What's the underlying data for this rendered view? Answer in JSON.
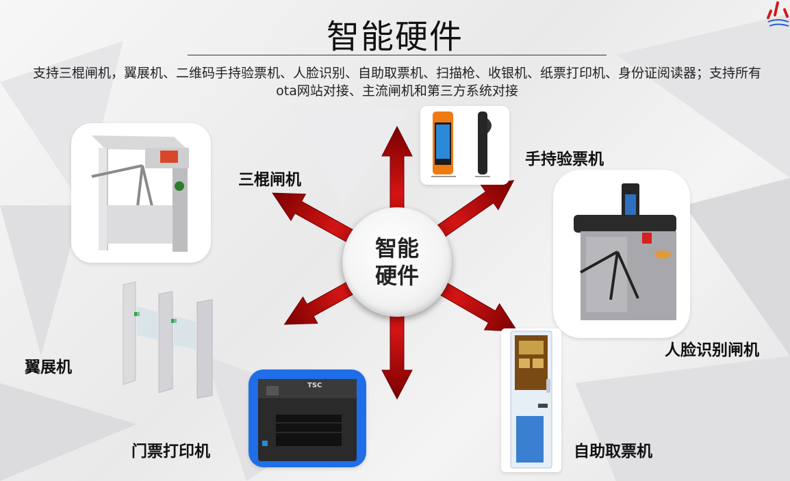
{
  "title": "智能硬件",
  "subtitle": "支持三棍闸机，翼展机、二维码手持验票机、人脸识别、自助取票机、扫描枪、收银机、纸票打印机、身份证阅读器；支持所有ota网站对接、主流闸机和第三方系统对接",
  "center": {
    "line1": "智能",
    "line2": "硬件"
  },
  "devices": {
    "tripod": "三棍闸机",
    "handheld": "手持验票机",
    "face": "人脸识别闸机",
    "wing": "翼展机",
    "printer": "门票打印机",
    "kiosk": "自助取票机"
  },
  "printer_brand": "TSC",
  "colors": {
    "arrow": "#c01010",
    "arrow_dark": "#7a0000",
    "printer_bg": "#1f6ee8",
    "kiosk_screen": "#7a4a14"
  },
  "icons": [
    "tripod-turnstile-image",
    "handheld-terminal-image",
    "face-turnstile-image",
    "wing-gate-image",
    "ticket-printer-image",
    "kiosk-image"
  ]
}
